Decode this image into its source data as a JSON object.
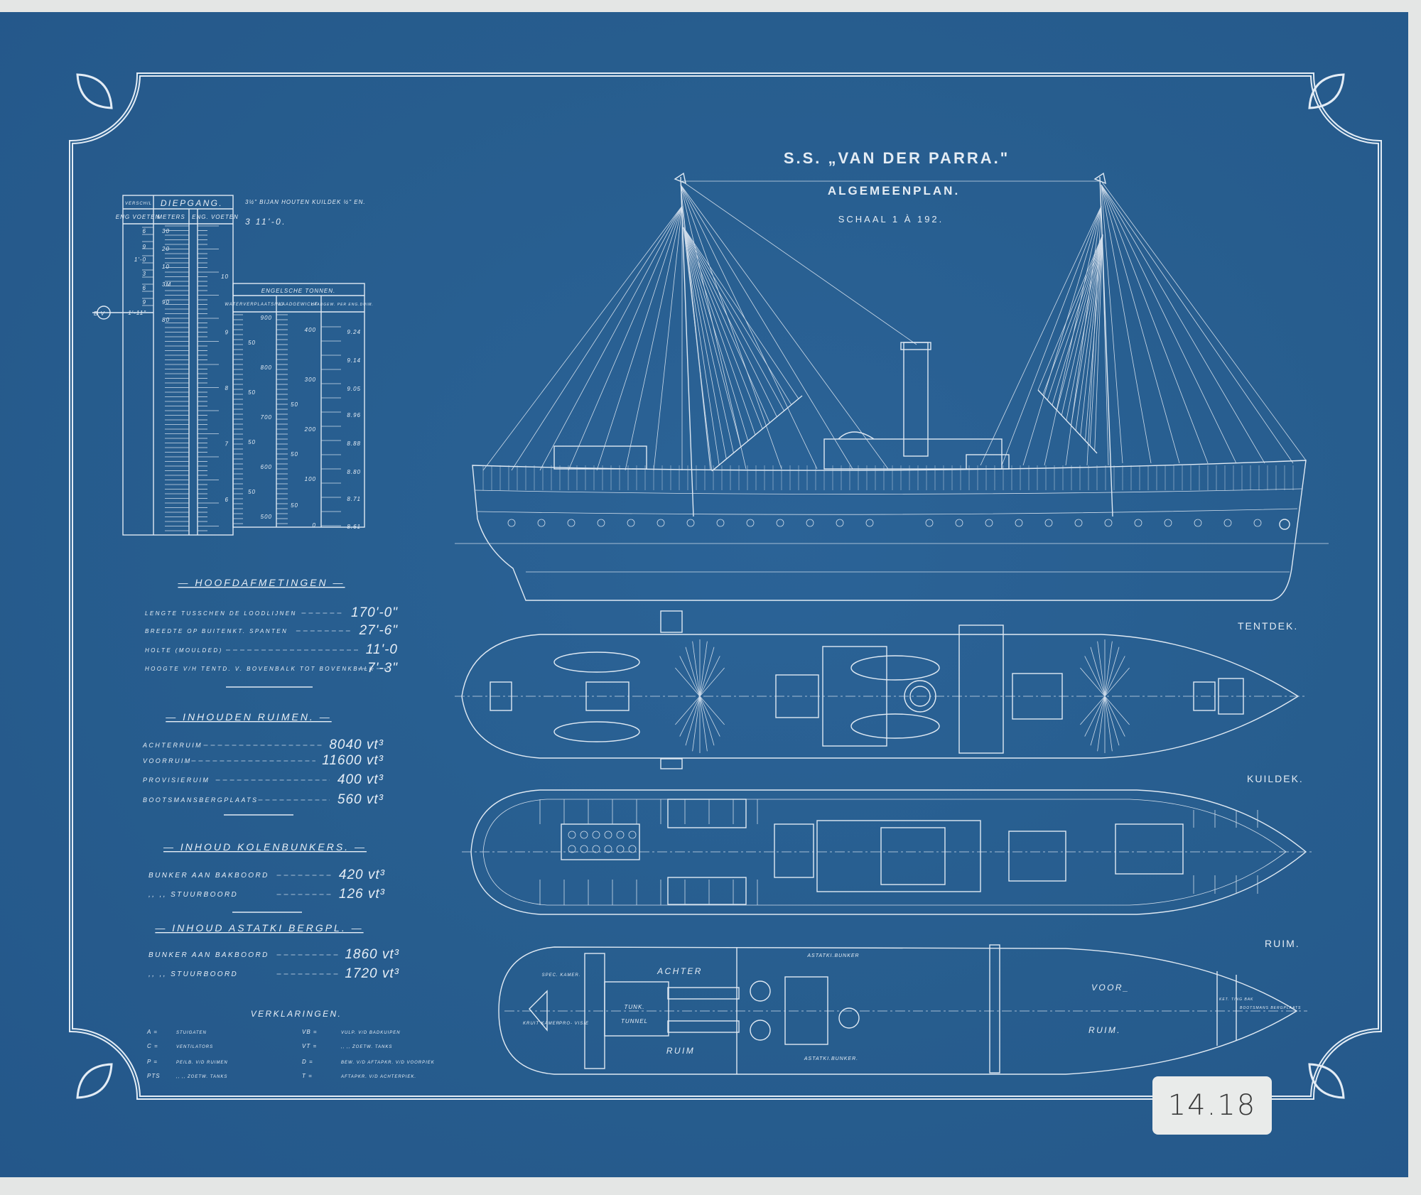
{
  "title": {
    "ship": "S.S. „VAN DER PARRA.\"",
    "plan": "ALGEMEENPLAN.",
    "scale": "SCHAAL 1 À 192."
  },
  "deck_labels": {
    "tentdek": "TENTDEK.",
    "kuildek": "KUILDEK.",
    "ruim": "RUIM."
  },
  "catalogue_label": "14.18",
  "colors": {
    "blueprint": "#275d8e",
    "line": "#dfe9f3",
    "paper": "#e4e6e5"
  },
  "draught_table": {
    "col_small": "VERSCHIL",
    "title": "DIEPGANG.",
    "headers": [
      "ENG VOETEN",
      "METERS",
      "ENG. VOETEN"
    ],
    "eng_inches": [
      "6",
      "9",
      "1'-0",
      "3",
      "6",
      "9",
      "1'-11\""
    ],
    "meters": [
      "30",
      "20",
      "10",
      "3M",
      "90",
      "80"
    ],
    "eng_feet": [
      "10",
      "9",
      "8",
      "7",
      "6"
    ],
    "note_1": "3½\" BIJAN HOUTEN KUILDEK ½\" EN.",
    "note_2": "3     11'-0.",
    "bv_mark": "B  V"
  },
  "tonnage_table": {
    "title": "ENGELSCHE TONNEN.",
    "headers": [
      "WATERVERPLAATSING",
      "LAADGEWICHT",
      "LAADGEW. PER ENG.DUIM."
    ],
    "displacement": [
      "900",
      "50",
      "800",
      "50",
      "700",
      "50",
      "600",
      "50",
      "500"
    ],
    "deadweight": [
      "400",
      "300",
      "50",
      "200",
      "50",
      "100",
      "50",
      "0"
    ],
    "per_inch": [
      "9.24",
      "9.14",
      "9.05",
      "8.96",
      "8.88",
      "8.80",
      "8.71",
      "8.61"
    ]
  },
  "main_dimensions": {
    "heading": "— HOOFDAFMETINGEN —",
    "rows": [
      {
        "label": "LENGTE TUSSCHEN DE LOODLIJNEN",
        "value": "170'-0\""
      },
      {
        "label": "BREEDTE OP BUITENKT. SPANTEN",
        "value": "27'-6\""
      },
      {
        "label": "HOLTE (MOULDED)",
        "value": "11'-0"
      },
      {
        "label": "HOOGTE V/H TENTD. V. BOVENBALK TOT BOVENKBALK",
        "value": "7'-3\""
      }
    ]
  },
  "hold_contents": {
    "heading": "— INHOUDEN RUIMEN. —",
    "rows": [
      {
        "label": "ACHTERRUIM",
        "value": "8040 vt³"
      },
      {
        "label": "VOORRUIM",
        "value": "11600 vt³"
      },
      {
        "label": "PROVISIERUIM",
        "value": "400 vt³"
      },
      {
        "label": "BOOTSMANSBERGPLAATS",
        "value": "560 vt³"
      }
    ]
  },
  "coal_bunkers": {
    "heading": "— INHOUD KOLENBUNKERS. —",
    "rows": [
      {
        "label": "BUNKER AAN BAKBOORD",
        "value": "420 vt³"
      },
      {
        "label": ",,    ,, STUURBOORD",
        "value": "126 vt³"
      }
    ]
  },
  "astatki_bunkers": {
    "heading": "— INHOUD ASTATKI BERGPL. —",
    "rows": [
      {
        "label": "BUNKER AAN BAKBOORD",
        "value": "1860 vt³"
      },
      {
        "label": ",,    ,, STUURBOORD",
        "value": "1720 vt³"
      }
    ]
  },
  "legend": {
    "heading": "VERKLARINGEN.",
    "items": [
      {
        "key": "A =",
        "text": "STUIGATEN"
      },
      {
        "key": "C =",
        "text": "VENTILATORS"
      },
      {
        "key": "P =",
        "text": "PEILB. V/D RUIMEN"
      },
      {
        "key": "PTS",
        "text": ",,    ,, ZOETW. TANKS"
      },
      {
        "key": "VB =",
        "text": "VULP. V/D BADKUIPEN"
      },
      {
        "key": "VT =",
        "text": ",,    ,, ZOETW. TANKS"
      },
      {
        "key": "D =",
        "text": "BEW. V/D AFTAPKR. V/D VOORPIEK"
      },
      {
        "key": "T =",
        "text": "AFTAPKR. V/D ACHTERPIEK."
      }
    ]
  },
  "hold_plan_labels": {
    "achter": "ACHTER",
    "ruim_aft": "RUIM",
    "tunnel": "TUNNEL",
    "tunnel_small": "TUNK.",
    "spec_kamer": "SPEC. KAMER.",
    "kruit_kamer": "KRUIT KAMER",
    "provisie": "PRO- VISIE",
    "astatki_top": "ASTATKI.BUNKER",
    "astatki_bottom": "ASTATKI.BUNKER.",
    "voor": "VOOR_",
    "ruim_fore": "RUIM.",
    "ketting": "KET. TING BAK",
    "bootsmans": "BOOTSMANS BERGPLAATS"
  }
}
